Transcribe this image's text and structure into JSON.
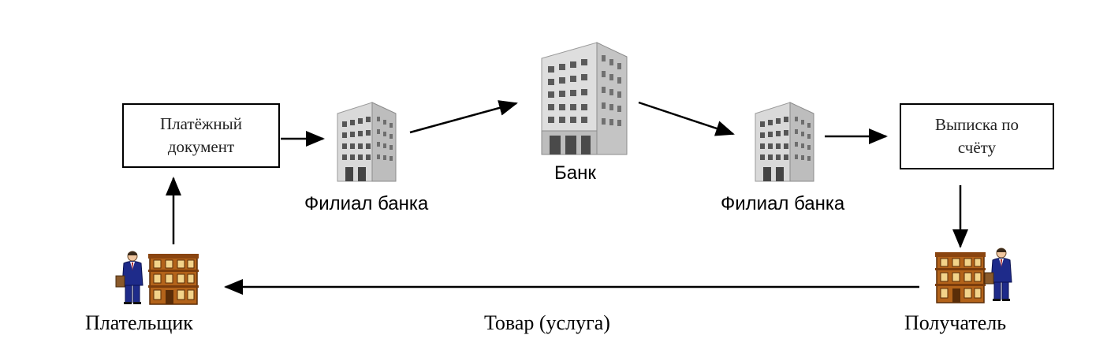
{
  "nodes": {
    "payment_document": "Платёжный\nдокумент",
    "account_statement": "Выписка по\nсчёту",
    "branch_left": "Филиал банка",
    "bank": "Банк",
    "branch_right": "Филиал банка",
    "payer": "Плательщик",
    "recipient": "Получатель"
  },
  "edges": {
    "goods_flow": "Товар (услуга)"
  },
  "icons": [
    "office-building-icon",
    "bank-tower-icon",
    "businessman-icon",
    "store-house-icon"
  ],
  "colors": {
    "suit": "#1e2b8a",
    "house": "#b3631a",
    "building": "#d4d4d4"
  }
}
